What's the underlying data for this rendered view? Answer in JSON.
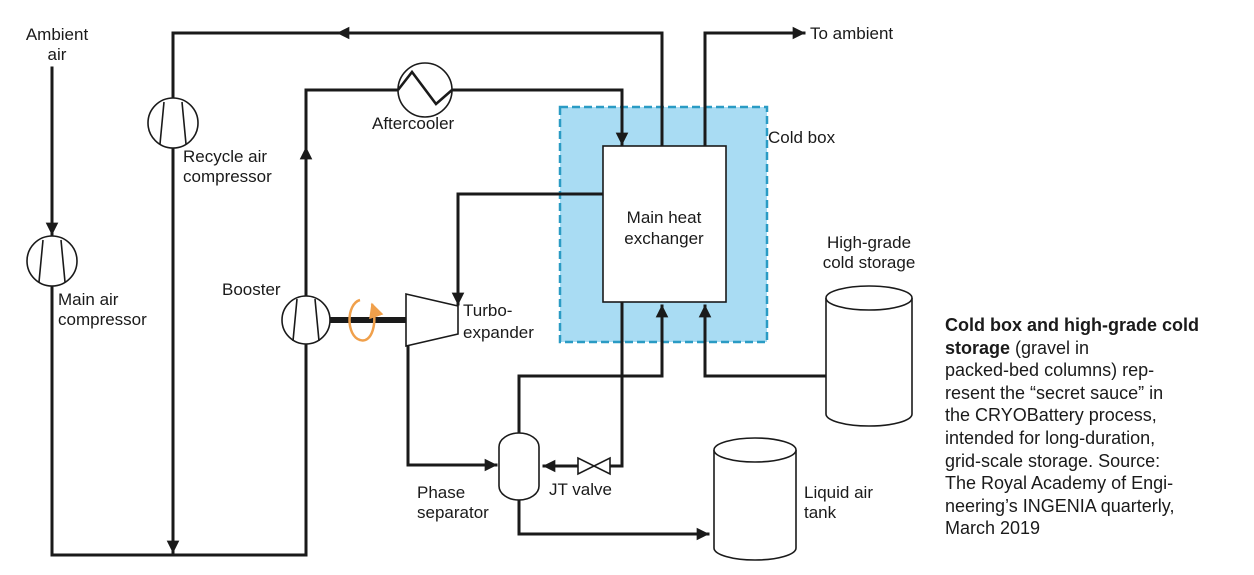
{
  "labels": {
    "ambient_air_1": "Ambient",
    "ambient_air_2": "air",
    "to_ambient": "To ambient",
    "aftercooler": "Aftercooler",
    "cold_box": "Cold box",
    "recycle_1": "Recycle air",
    "recycle_2": "compressor",
    "main_hx_1": "Main heat",
    "main_hx_2": "exchanger",
    "hg_storage_1": "High-grade",
    "hg_storage_2": "cold storage",
    "main_comp_1": "Main air",
    "main_comp_2": "compressor",
    "booster": "Booster",
    "turbo_1": "Turbo-",
    "turbo_2": "expander",
    "phase_1": "Phase",
    "phase_2": "separator",
    "jt_valve": "JT valve",
    "liquid_tank_1": "Liquid air",
    "liquid_tank_2": "tank"
  },
  "caption": {
    "title": "Cold box and high-grade cold storage",
    "lines": [
      " (gravel in",
      "packed-bed columns) rep-",
      "resent the “secret sauce” in",
      "the CRYOBattery process,",
      "intended for long-duration,",
      "grid-scale storage. Source:",
      "The Royal Academy of Engi-",
      "neering’s INGENIA quarterly,",
      "March 2019"
    ]
  },
  "colors": {
    "cold_box_fill": "#a9dcf3",
    "cold_box_border": "#2a9bc4",
    "shaft_rotation": "#f0a04b",
    "line": "#1a1a1a"
  }
}
